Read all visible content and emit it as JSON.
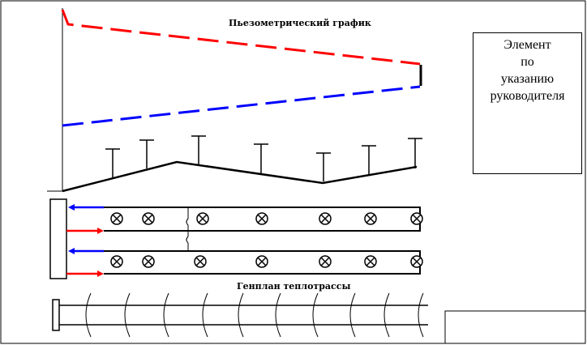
{
  "diagram": {
    "top_title": "Пьезометрический график",
    "bottom_title": "Генплан теплотрассы",
    "note_lines": [
      "Элемент",
      "по",
      "указанию",
      "руководителя"
    ],
    "colors": {
      "supply": "#ff0000",
      "return": "#0000ff",
      "line": "#000000",
      "frame": "#000000"
    }
  }
}
